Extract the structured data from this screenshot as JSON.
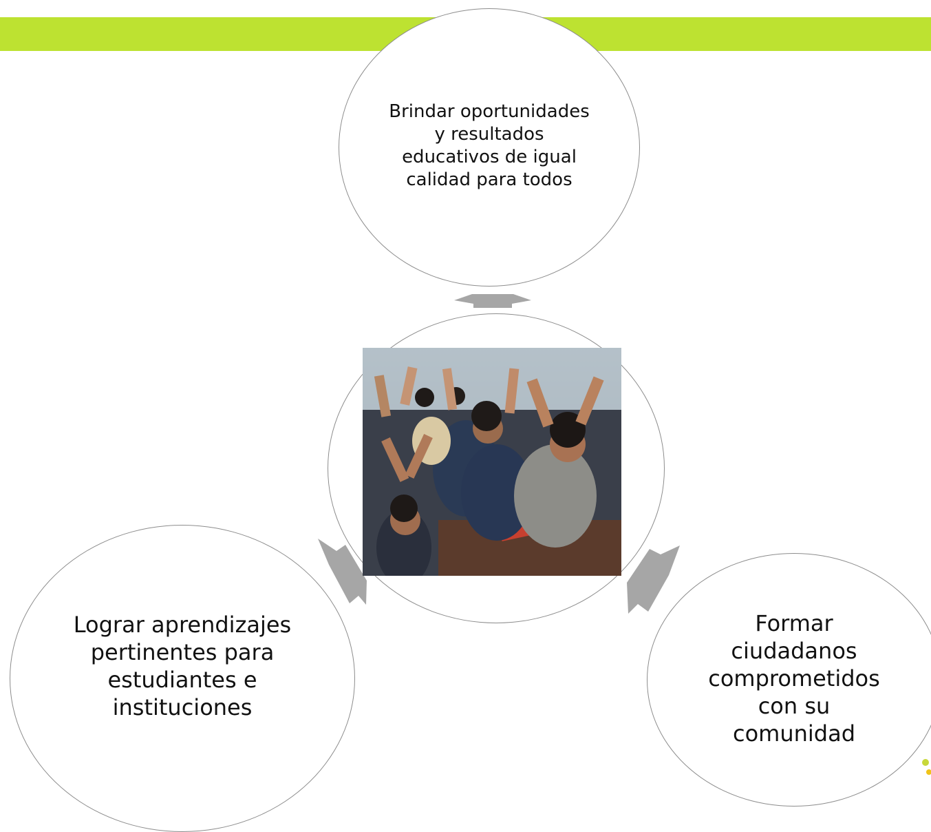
{
  "colors": {
    "accent_bar": "#bde231",
    "circle_border": "#8c8c8c",
    "arrow": "#a6a6a6",
    "text": "#111111"
  },
  "nodes": {
    "top": "Brindar oportunidades y resultados educativos  de igual calidad para todos",
    "left": "Lograr aprendizajes pertinentes para estudiantes e instituciones",
    "right": "Formar ciudadanos comprometidos con su comunidad"
  },
  "center_image": {
    "icon": "classroom-children-photo"
  }
}
